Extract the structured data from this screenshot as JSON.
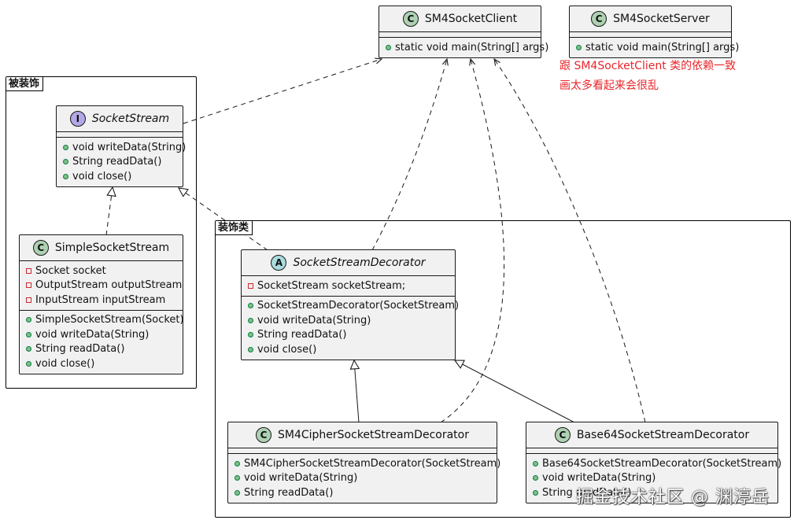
{
  "packages": {
    "decorated": {
      "title": "被装饰"
    },
    "decorators": {
      "title": "装饰类"
    }
  },
  "classes": {
    "client": {
      "kind": "C",
      "name": "SM4SocketClient",
      "fields": [],
      "methods": [
        "static void main(String[] args)"
      ]
    },
    "server": {
      "kind": "C",
      "name": "SM4SocketServer",
      "fields": [],
      "methods": [
        "static void main(String[] args)"
      ]
    },
    "socketStream": {
      "kind": "I",
      "name": "SocketStream",
      "fields": [],
      "methods": [
        "void writeData(String)",
        "String readData()",
        "void close()"
      ]
    },
    "simpleSocketStream": {
      "kind": "C",
      "name": "SimpleSocketStream",
      "fields": [
        "Socket socket",
        "OutputStream outputStream",
        "InputStream inputStream"
      ],
      "methods": [
        "SimpleSocketStream(Socket)",
        "void writeData(String)",
        "String readData()",
        "void close()"
      ]
    },
    "decorator": {
      "kind": "A",
      "name": "SocketStreamDecorator",
      "fields": [
        "SocketStream socketStream;"
      ],
      "methods": [
        "SocketStreamDecorator(SocketStream)",
        "void writeData(String)",
        "String readData()",
        "void close()"
      ]
    },
    "sm4Decorator": {
      "kind": "C",
      "name": "SM4CipherSocketStreamDecorator",
      "fields": [],
      "methods": [
        "SM4CipherSocketStreamDecorator(SocketStream)",
        "void writeData(String)",
        "String readData()"
      ]
    },
    "base64Decorator": {
      "kind": "C",
      "name": "Base64SocketStreamDecorator",
      "fields": [],
      "methods": [
        "Base64SocketStreamDecorator(SocketStream)",
        "void writeData(String)",
        "String readData()"
      ]
    }
  },
  "note": {
    "line1": "跟 SM4SocketClient 类的依赖一致",
    "line2": "画太多看起来会很乱"
  },
  "watermark": "掘金技术社区 @ 渊渟岳",
  "colors": {
    "class_fill": "#f1f1f1",
    "class_badge": "#add1b2",
    "interface_badge": "#b4a7e5",
    "abstract_badge": "#a9dcdf",
    "public_marker": "#84be84",
    "private_marker": "#c82930",
    "note_text": "#e8262b"
  }
}
